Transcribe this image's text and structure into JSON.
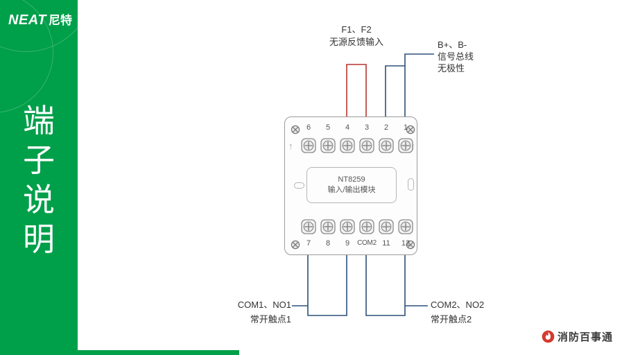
{
  "theme": {
    "green": "#009f4a",
    "wire_red": "#b5342f",
    "wire_blue": "#2a5078",
    "module_border": "#9b9b9b"
  },
  "sidebar": {
    "logo": {
      "brand": "NEAT",
      "brand_cn": "尼特"
    },
    "title_chars": [
      "端",
      "子",
      "说",
      "明"
    ]
  },
  "diagram": {
    "module": {
      "model": "NT8259",
      "model_desc": "输入/输出模块",
      "arrow": "↑",
      "top_terminals": [
        "6",
        "5",
        "4",
        "3",
        "2",
        "1"
      ],
      "bottom_terminals": [
        "7",
        "8",
        "9",
        "COM2",
        "11",
        "12"
      ]
    },
    "labels": {
      "feedback_line1": "F1、F2",
      "feedback_line2": "无源反馈输入",
      "bus_line1": "B+、B-",
      "bus_line2": "信号总线",
      "bus_line3": "无极性",
      "contact1_line1": "COM1、NO1",
      "contact1_line2": "常开触点1",
      "contact2_line1": "COM2、NO2",
      "contact2_line2": "常开触点2"
    }
  },
  "footer": {
    "brand": "消防百事通"
  }
}
